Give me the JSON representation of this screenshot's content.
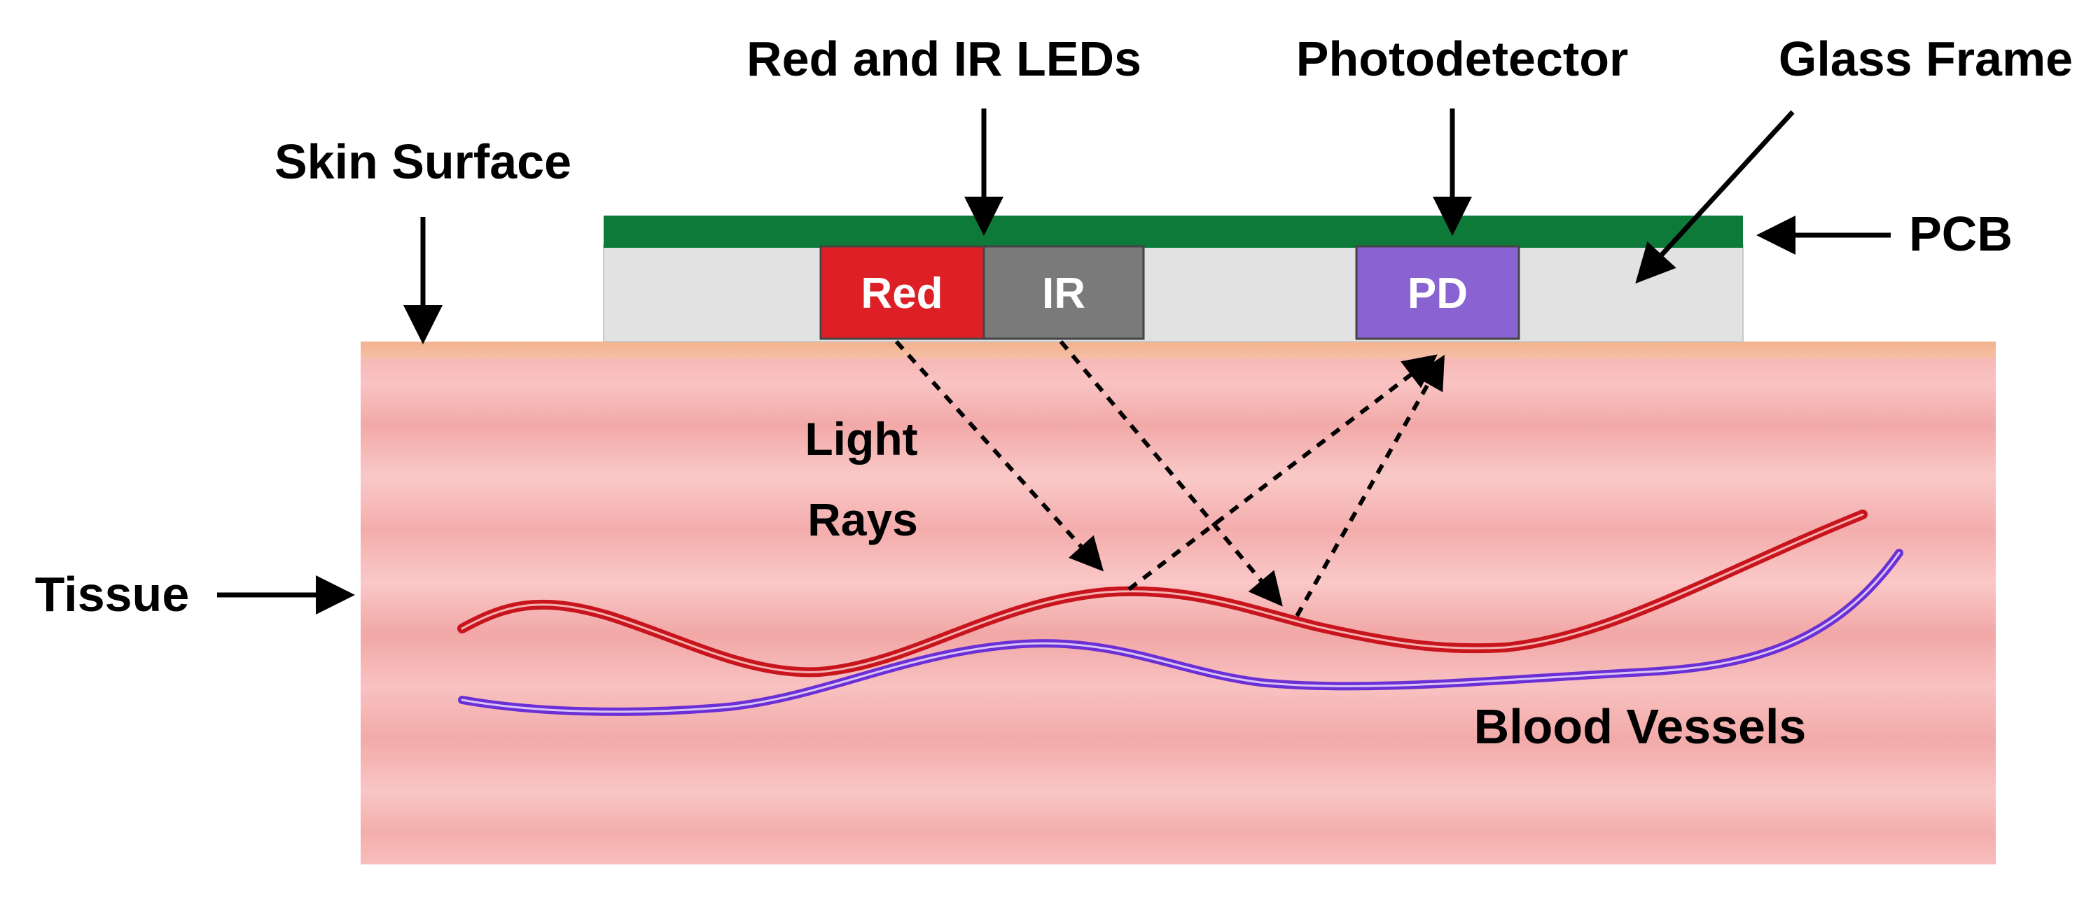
{
  "labels": {
    "red_ir_leds": "Red and IR LEDs",
    "photodetector": "Photodetector",
    "glass_frame": "Glass Frame",
    "skin_surface": "Skin Surface",
    "pcb": "PCB",
    "light_rays_line1": "Light",
    "light_rays_line2": "Rays",
    "tissue": "Tissue",
    "blood_vessels": "Blood Vessels"
  },
  "components": {
    "red_led": "Red",
    "ir_led": "IR",
    "photodiode": "PD"
  },
  "colors": {
    "pcb": "#0e7a3a",
    "glass_frame": "#e2e2e2",
    "red_led": "#dd1f26",
    "ir_led": "#7a7a7a",
    "photodiode": "#8a63d2",
    "skin_surface": "#f3b996",
    "tissue_light": "#f9c6c6",
    "tissue_dark": "#f0a6a6",
    "artery": "#c8141c",
    "vein": "#6b2fd6"
  }
}
